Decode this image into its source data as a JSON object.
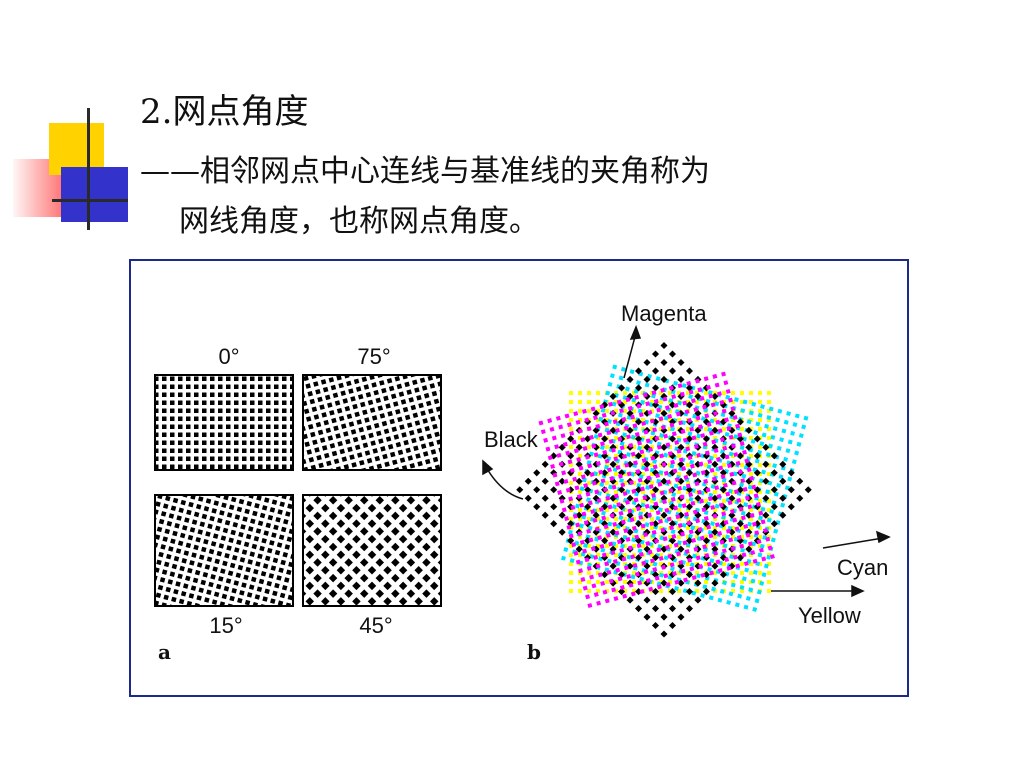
{
  "heading": {
    "title": "2.网点角度",
    "definition_line1": "——相邻网点中心连线与基准线的夹角称为",
    "definition_line2": "网线角度，也称网点角度。"
  },
  "figure": {
    "panel_a": {
      "letter": "a",
      "angles": [
        "0°",
        "75°",
        "15°",
        "45°"
      ]
    },
    "panel_b": {
      "letter": "b",
      "labels": {
        "magenta": "Magenta",
        "black": "Black",
        "cyan": "Cyan",
        "yellow": "Yellow"
      }
    },
    "colors": {
      "frame": "#1c2a8a",
      "magenta": "#ff00ff",
      "cyan": "#00e0ff",
      "yellow": "#ffff00",
      "black": "#000000"
    }
  }
}
